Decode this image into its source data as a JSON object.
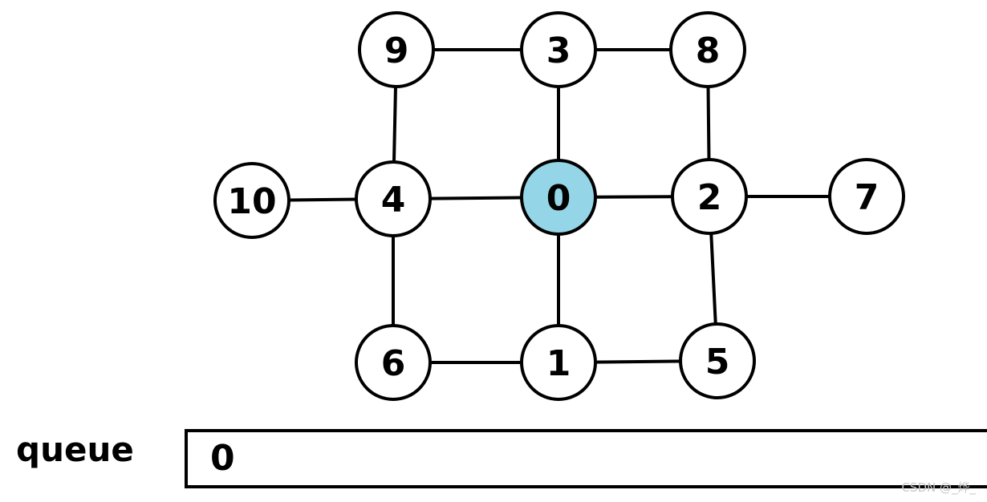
{
  "graph": {
    "nodes": [
      {
        "id": "9",
        "label": "9",
        "highlighted": false
      },
      {
        "id": "3",
        "label": "3",
        "highlighted": false
      },
      {
        "id": "8",
        "label": "8",
        "highlighted": false
      },
      {
        "id": "10",
        "label": "10",
        "highlighted": false
      },
      {
        "id": "4",
        "label": "4",
        "highlighted": false
      },
      {
        "id": "0",
        "label": "0",
        "highlighted": true
      },
      {
        "id": "2",
        "label": "2",
        "highlighted": false
      },
      {
        "id": "7",
        "label": "7",
        "highlighted": false
      },
      {
        "id": "6",
        "label": "6",
        "highlighted": false
      },
      {
        "id": "1",
        "label": "1",
        "highlighted": false
      },
      {
        "id": "5",
        "label": "5",
        "highlighted": false
      }
    ],
    "edges": [
      [
        "9",
        "3"
      ],
      [
        "3",
        "8"
      ],
      [
        "9",
        "4"
      ],
      [
        "3",
        "0"
      ],
      [
        "8",
        "2"
      ],
      [
        "10",
        "4"
      ],
      [
        "4",
        "0"
      ],
      [
        "0",
        "2"
      ],
      [
        "2",
        "7"
      ],
      [
        "4",
        "6"
      ],
      [
        "0",
        "1"
      ],
      [
        "2",
        "5"
      ],
      [
        "6",
        "1"
      ],
      [
        "1",
        "5"
      ]
    ]
  },
  "queue": {
    "label": "queue",
    "items": [
      "0"
    ]
  },
  "colors": {
    "highlight": "#94d6e8",
    "node_fill": "#ffffff",
    "stroke": "#000000"
  },
  "watermark": "CSDN @_烨_"
}
